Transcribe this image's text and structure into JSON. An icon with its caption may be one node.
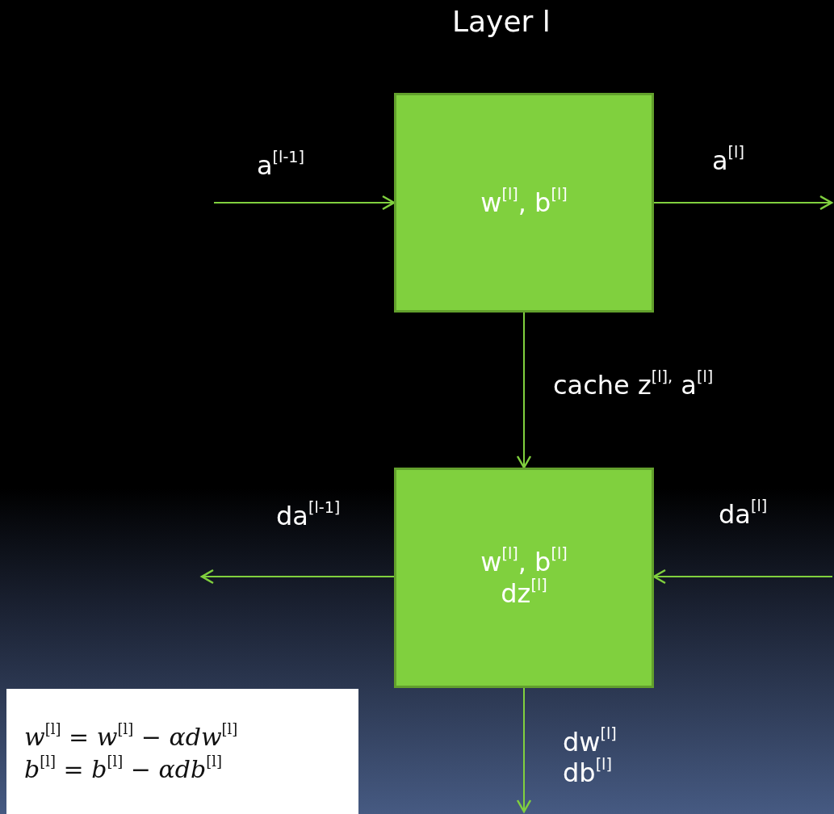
{
  "diagram": {
    "title": "Layer l",
    "nodes": [
      {
        "text": [
          "w$^{[l]}$, b$^{[l]}$"
        ]
      },
      {
        "text": [
          "w$^{[l]}$, b$^{[l]}$ dz$^{[l]}$"
        ]
      },
      {
        "text": [
          "*w*$^{[l]}$ = *w*$^{[l]}$ − *αdw*$^{[l]}$",
          "*b*$^{[l]}$ = *b*$^{[l]}$ − *αdb*$^{[l]}$"
        ]
      }
    ],
    "edges": [
      {
        "from": null,
        "to": 0,
        "arrow": "to",
        "label": "a$^{[l-1]}$"
      },
      {
        "from": 0,
        "to": null,
        "arrow": "to",
        "label": "a$^{[l]}$"
      },
      {
        "from": 0,
        "to": 1,
        "arrow": "to",
        "label": "cache z$^{[l],}$ a$^{[l]}$"
      },
      {
        "from": 1,
        "to": null,
        "arrow": "to",
        "label": "da$^{[l-1]}$"
      },
      {
        "from": null,
        "to": 1,
        "arrow": "to",
        "label": "da$^{[l]}$"
      },
      {
        "from": 1,
        "to": null,
        "arrow": "to",
        "label": "dw$^{[l]}$ db$^{[l]}$"
      }
    ]
  }
}
